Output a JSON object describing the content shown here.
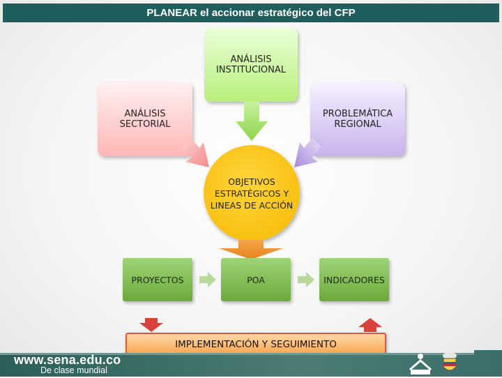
{
  "title": "PLANEAR el accionar estratégico del  CFP",
  "nodes": {
    "analisis_institucional": [
      "ANÁLISIS",
      "INSTITUCIONAL"
    ],
    "analisis_sectorial": [
      "ANÁLISIS",
      "SECTORIAL"
    ],
    "problematica_regional": [
      "PROBLEMÁTICA",
      "REGIONAL"
    ],
    "objetivos": [
      "OBJETIVOS",
      "ESTRATÉGICOS",
      "Y  LINEAS DE",
      "ACCIÓN"
    ],
    "proyectos": "PROYECTOS",
    "poa": "POA",
    "indicadores": "INDICADORES",
    "implementacion": "IMPLEMENTACIÓN Y SEGUIMIENTO"
  },
  "footer": {
    "url": "www.sena.edu.co",
    "tagline": "De clase mundial",
    "logo_sena": "SENA"
  },
  "colors": {
    "title_bar": "#1f5e5c",
    "green_box": "#8cc63f",
    "yellow_circle": "#f6b800",
    "orange_arrow": "#f7941d",
    "footer": "#3c6e6a"
  }
}
